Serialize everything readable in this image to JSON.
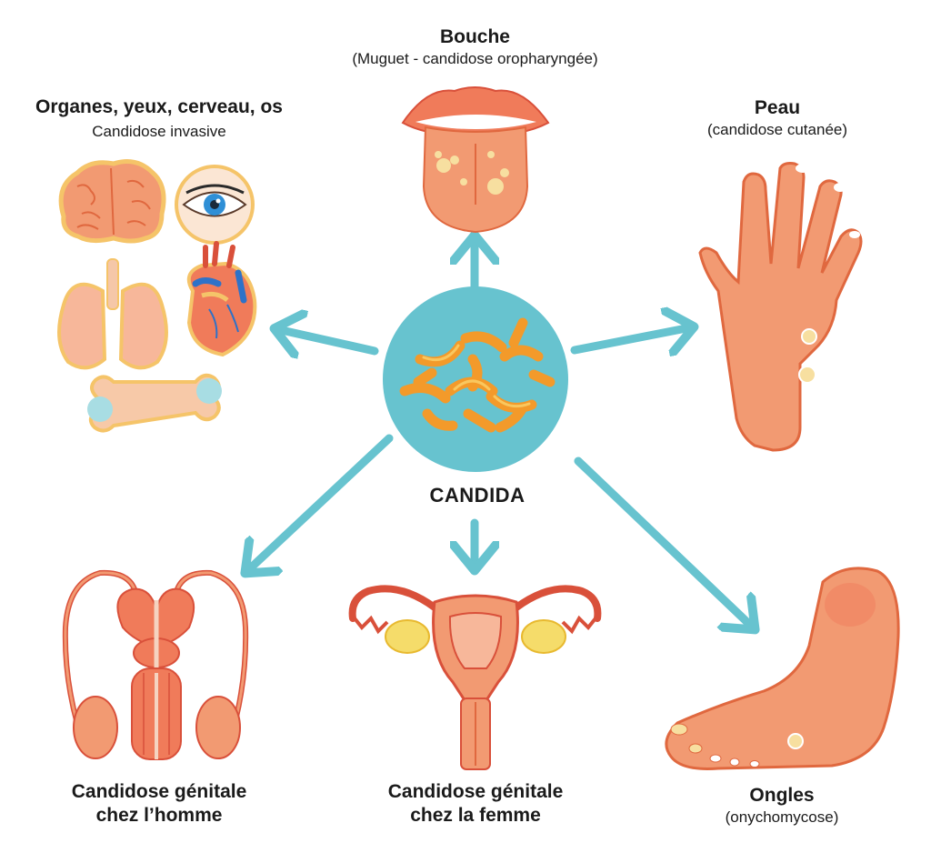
{
  "center": {
    "label": "CANDIDA"
  },
  "colors": {
    "arrow": "#67c3cf",
    "skin": "#f29a72",
    "skin_dark": "#e0683f",
    "organ": "#f07b5a",
    "organ_dark": "#d9503a",
    "lesion": "#f7dfa0",
    "ovary": "#f5dc6a",
    "candida": "#f39a2a"
  },
  "nodes": {
    "mouth": {
      "title": "Bouche",
      "subtitle": "(Muguet - candidose oropharyngée)",
      "icon": "mouth-tongue-icon"
    },
    "organs": {
      "title": "Organes, yeux, cerveau, os",
      "subtitle": "Candidose invasive",
      "icon": "organs-icon"
    },
    "skin": {
      "title": "Peau",
      "subtitle": "(candidose cutanée)",
      "icon": "hand-icon"
    },
    "male": {
      "title_line1": "Candidose génitale",
      "title_line2": "chez l’homme",
      "icon": "male-reproductive-icon"
    },
    "female": {
      "title_line1": "Candidose génitale",
      "title_line2": "chez la femme",
      "icon": "female-reproductive-icon"
    },
    "nails": {
      "title": "Ongles",
      "subtitle": "(onychomycose)",
      "icon": "foot-icon"
    }
  }
}
